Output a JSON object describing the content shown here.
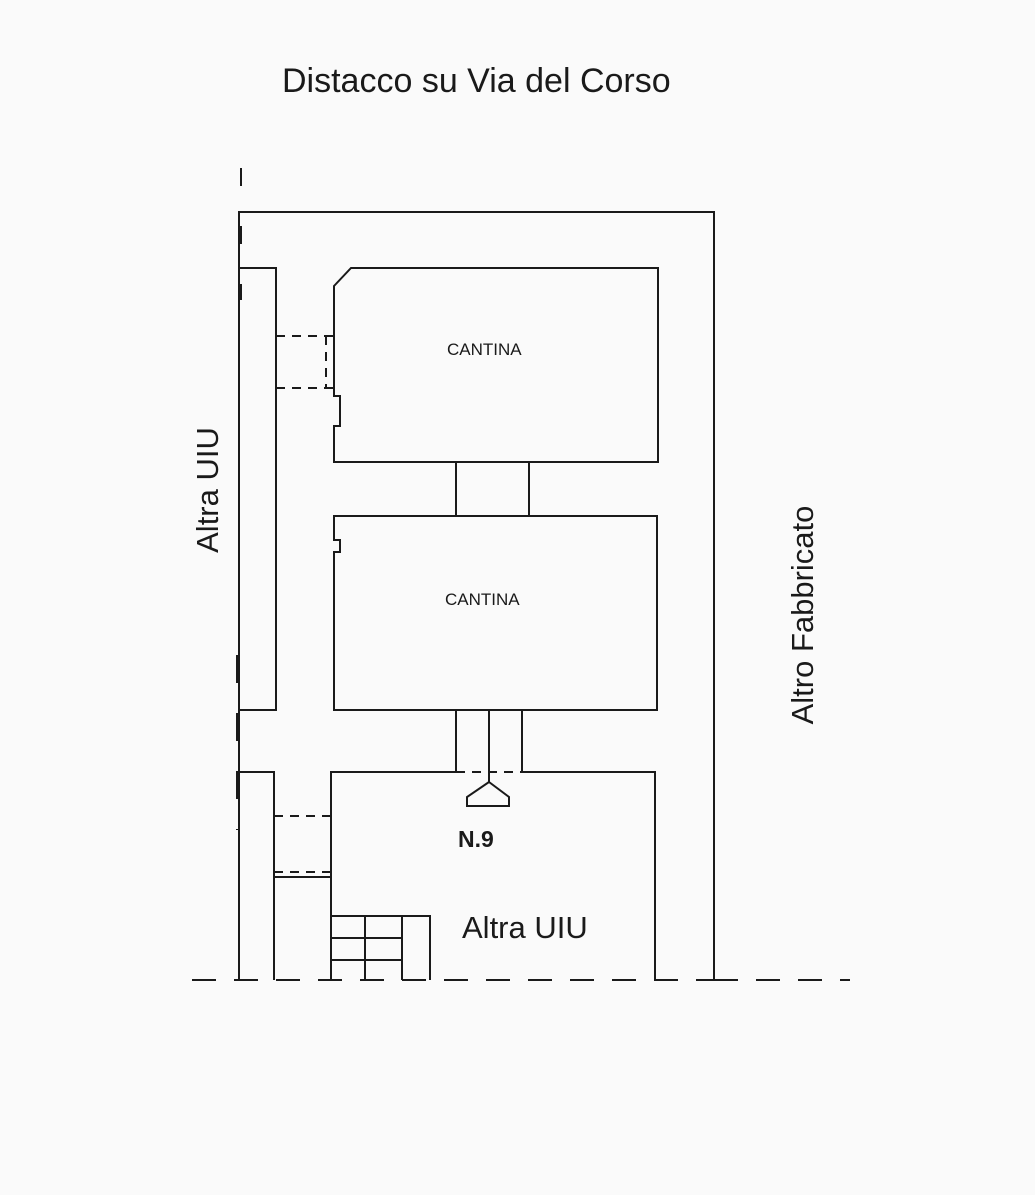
{
  "title": "Distacco su Via del Corso",
  "rooms": {
    "upper": "CANTINA",
    "lower": "CANTINA"
  },
  "labels": {
    "left": "Altra UIU",
    "right": "Altro Fabbricato",
    "bottom": "Altra UIU",
    "entrance": "N.9"
  },
  "colors": {
    "line": "#1a1a1a",
    "background": "#fafafa"
  }
}
